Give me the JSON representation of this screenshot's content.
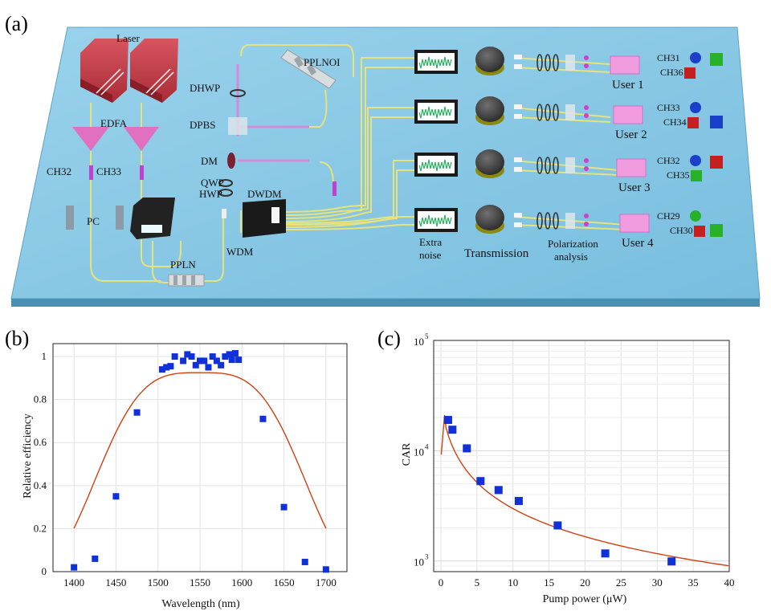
{
  "panels": {
    "a": "(a)",
    "b": "(b)",
    "c": "(c)"
  },
  "setup": {
    "laser": "Laser",
    "edfa": "EDFA",
    "ch_left": "CH32",
    "ch_right": "CH33",
    "pc": "PC",
    "ppln": "PPLN",
    "wdm": "WDM",
    "dwdm": "DWDM",
    "dhwp": "DHWP",
    "dpbs": "DPBS",
    "dm": "DM",
    "qwp": "QWP",
    "hwp": "HWP",
    "pplnoi": "PPLNOI",
    "extra_noise_1": "Extra",
    "extra_noise_2": "noise",
    "transmission": "Transmission",
    "polarization_1": "Polarization",
    "polarization_2": "analysis",
    "users": [
      {
        "name": "User 1",
        "ch_a": "CH31",
        "ch_b": "CH36"
      },
      {
        "name": "User 2",
        "ch_a": "CH33",
        "ch_b": "CH34"
      },
      {
        "name": "User 3",
        "ch_a": "CH32",
        "ch_b": "CH35"
      },
      {
        "name": "User 4",
        "ch_a": "CH29",
        "ch_b": "CH30"
      }
    ],
    "colors": {
      "table": "#8ec8e4",
      "laser": "#c8404a",
      "edfa": "#e070c0",
      "user_box": "#f29ce0",
      "fiber": "#e8e27a",
      "blue": "#1a3fc8",
      "red": "#c42020",
      "green": "#28b028"
    }
  },
  "chart_data": [
    {
      "type": "scatter",
      "xlabel": "Wavelength (nm)",
      "ylabel": "Relative efficiency",
      "xlim": [
        1375,
        1725
      ],
      "ylim": [
        0,
        1.06
      ],
      "xticks": [
        1400,
        1450,
        1500,
        1550,
        1600,
        1650,
        1700
      ],
      "yticks": [
        0,
        0.2,
        0.4,
        0.6,
        0.8,
        1
      ],
      "grid": true,
      "marker_color": "#1030d8",
      "fit_color": "#d04010",
      "points": [
        [
          1400,
          0.02
        ],
        [
          1425,
          0.06
        ],
        [
          1450,
          0.35
        ],
        [
          1475,
          0.74
        ],
        [
          1505,
          0.94
        ],
        [
          1510,
          0.95
        ],
        [
          1515,
          0.955
        ],
        [
          1520,
          1.0
        ],
        [
          1530,
          0.98
        ],
        [
          1535,
          1.01
        ],
        [
          1540,
          1.0
        ],
        [
          1545,
          0.96
        ],
        [
          1550,
          0.98
        ],
        [
          1555,
          0.98
        ],
        [
          1560,
          0.95
        ],
        [
          1565,
          1.0
        ],
        [
          1570,
          0.98
        ],
        [
          1575,
          0.96
        ],
        [
          1580,
          1.0
        ],
        [
          1585,
          1.01
        ],
        [
          1588,
          0.985
        ],
        [
          1592,
          1.015
        ],
        [
          1596,
          0.985
        ],
        [
          1625,
          0.71
        ],
        [
          1650,
          0.3
        ],
        [
          1675,
          0.045
        ],
        [
          1700,
          0.01
        ]
      ]
    },
    {
      "type": "scatter",
      "xlabel": "Pump power (μW)",
      "ylabel": "CAR",
      "xlim": [
        -1,
        40
      ],
      "ylim": [
        800,
        100000
      ],
      "yscale": "log",
      "xticks": [
        0,
        5,
        10,
        15,
        20,
        25,
        30,
        35,
        40
      ],
      "ytick_labels": [
        "10",
        "10",
        "10"
      ],
      "ytick_exponents": [
        "3",
        "4",
        "5"
      ],
      "grid": true,
      "marker_color": "#1030d8",
      "fit_color": "#d04010",
      "points": [
        [
          1.0,
          19000
        ],
        [
          1.6,
          15500
        ],
        [
          3.6,
          10500
        ],
        [
          5.5,
          5300
        ],
        [
          8.0,
          4400
        ],
        [
          10.8,
          3500
        ],
        [
          16.2,
          2100
        ],
        [
          22.8,
          1170
        ],
        [
          32.0,
          990
        ]
      ]
    }
  ]
}
